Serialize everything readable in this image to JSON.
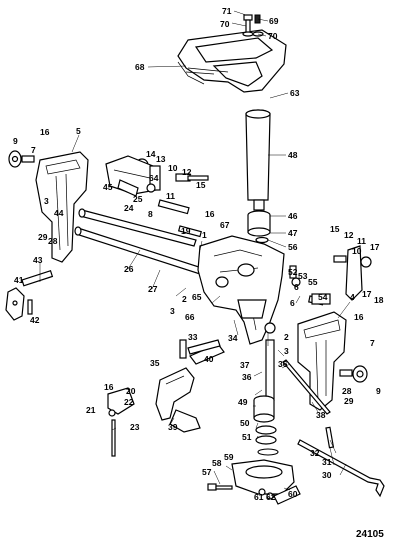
{
  "figure_number": "24105",
  "callouts": [
    {
      "id": "c1",
      "label": "71"
    },
    {
      "id": "c2",
      "label": "70"
    },
    {
      "id": "c3",
      "label": "69"
    },
    {
      "id": "c4",
      "label": "70"
    },
    {
      "id": "c5",
      "label": "68"
    },
    {
      "id": "c6",
      "label": "63"
    },
    {
      "id": "c7",
      "label": "48"
    },
    {
      "id": "c8",
      "label": "16"
    },
    {
      "id": "c9",
      "label": "5"
    },
    {
      "id": "c10",
      "label": "9"
    },
    {
      "id": "c11",
      "label": "7"
    },
    {
      "id": "c12",
      "label": "14"
    },
    {
      "id": "c13",
      "label": "13"
    },
    {
      "id": "c14",
      "label": "10"
    },
    {
      "id": "c15",
      "label": "64"
    },
    {
      "id": "c16",
      "label": "12"
    },
    {
      "id": "c17",
      "label": "15"
    },
    {
      "id": "c18",
      "label": "45"
    },
    {
      "id": "c19",
      "label": "25"
    },
    {
      "id": "c20",
      "label": "24"
    },
    {
      "id": "c21",
      "label": "11"
    },
    {
      "id": "c22",
      "label": "3"
    },
    {
      "id": "c23",
      "label": "44"
    },
    {
      "id": "c24",
      "label": "8"
    },
    {
      "id": "c25",
      "label": "29"
    },
    {
      "id": "c26",
      "label": "28"
    },
    {
      "id": "c27",
      "label": "16"
    },
    {
      "id": "c28",
      "label": "67"
    },
    {
      "id": "c29",
      "label": "19"
    },
    {
      "id": "c30",
      "label": "46"
    },
    {
      "id": "c31",
      "label": "47"
    },
    {
      "id": "c32",
      "label": "1"
    },
    {
      "id": "c33",
      "label": "56"
    },
    {
      "id": "c34",
      "label": "15"
    },
    {
      "id": "c35",
      "label": "12"
    },
    {
      "id": "c36",
      "label": "11"
    },
    {
      "id": "c37",
      "label": "10"
    },
    {
      "id": "c38",
      "label": "17"
    },
    {
      "id": "c39",
      "label": "43"
    },
    {
      "id": "c40",
      "label": "26"
    },
    {
      "id": "c41",
      "label": "27"
    },
    {
      "id": "c42",
      "label": "52"
    },
    {
      "id": "c43",
      "label": "53"
    },
    {
      "id": "c44",
      "label": "55"
    },
    {
      "id": "c45",
      "label": "6"
    },
    {
      "id": "c46",
      "label": "54"
    },
    {
      "id": "c47",
      "label": "17"
    },
    {
      "id": "c48",
      "label": "18"
    },
    {
      "id": "c49",
      "label": "41"
    },
    {
      "id": "c50",
      "label": "42"
    },
    {
      "id": "c51",
      "label": "2"
    },
    {
      "id": "c52",
      "label": "65"
    },
    {
      "id": "c53",
      "label": "3"
    },
    {
      "id": "c54",
      "label": "66"
    },
    {
      "id": "c55",
      "label": "6"
    },
    {
      "id": "c56",
      "label": "4"
    },
    {
      "id": "c57",
      "label": "16"
    },
    {
      "id": "c58",
      "label": "34"
    },
    {
      "id": "c59",
      "label": "2"
    },
    {
      "id": "c60",
      "label": "3"
    },
    {
      "id": "c61",
      "label": "33"
    },
    {
      "id": "c62",
      "label": "35"
    },
    {
      "id": "c63",
      "label": "40"
    },
    {
      "id": "c64",
      "label": "37"
    },
    {
      "id": "c65",
      "label": "36"
    },
    {
      "id": "c66",
      "label": "7"
    },
    {
      "id": "c67",
      "label": "16"
    },
    {
      "id": "c68",
      "label": "20"
    },
    {
      "id": "c69",
      "label": "22"
    },
    {
      "id": "c70",
      "label": "21"
    },
    {
      "id": "c71",
      "label": "23"
    },
    {
      "id": "c72",
      "label": "39"
    },
    {
      "id": "c73",
      "label": "49"
    },
    {
      "id": "c74",
      "label": "50"
    },
    {
      "id": "c75",
      "label": "51"
    },
    {
      "id": "c76",
      "label": "38"
    },
    {
      "id": "c77",
      "label": "36"
    },
    {
      "id": "c78",
      "label": "28"
    },
    {
      "id": "c79",
      "label": "29"
    },
    {
      "id": "c80",
      "label": "9"
    },
    {
      "id": "c81",
      "label": "32"
    },
    {
      "id": "c82",
      "label": "31"
    },
    {
      "id": "c83",
      "label": "30"
    },
    {
      "id": "c84",
      "label": "57"
    },
    {
      "id": "c85",
      "label": "58"
    },
    {
      "id": "c86",
      "label": "59"
    },
    {
      "id": "c87",
      "label": "61"
    },
    {
      "id": "c88",
      "label": "62"
    },
    {
      "id": "c89",
      "label": "60"
    }
  ]
}
